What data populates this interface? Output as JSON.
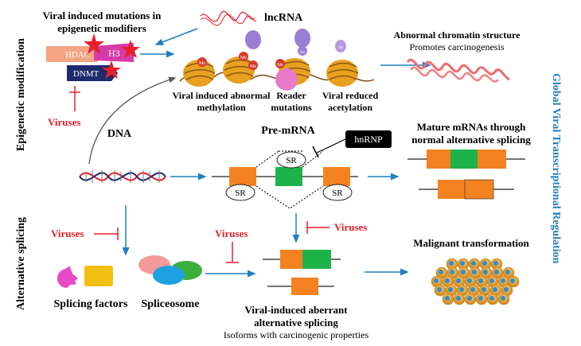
{
  "side_labels": {
    "epigenetic": "Epigenetic modification",
    "splicing": "Alternative splicing",
    "global": "Global Viral Transcriptional Regulation"
  },
  "epigenetic": {
    "mutations_title_1": "Viral induced mutations in",
    "mutations_title_2": "epigenetic modifiers",
    "hdac": "HDAC",
    "h3": "H3",
    "dnmt": "DNMT",
    "lncrna": "lncRNA",
    "viruses": "Viruses",
    "methylation_1": "Viral induced abnormal",
    "methylation_2": "methylation",
    "reader_1": "Reader",
    "reader_2": "mutations",
    "acetylation_1": "Viral reduced",
    "acetylation_2": "acetylation",
    "chromatin_title": "Abnormal chromatin structure",
    "chromatin_sub": "Promotes carcinogenesis",
    "me": "Me",
    "ac": "Ac"
  },
  "dna_label": "DNA",
  "splicing": {
    "premrna": "Pre-mRNA",
    "hnrnp": "hnRNP",
    "sr": "SR",
    "mature_1": "Mature mRNAs through",
    "mature_2": "normal alternative splicing",
    "viruses_left": "Viruses",
    "viruses_mid": "Viruses",
    "viruses_right": "Viruses",
    "splicing_factors": "Splicing factors",
    "spliceosome": "Spliceosome",
    "aberrant_1": "Viral-induced aberrant",
    "aberrant_2": "alternative splicing",
    "isoforms": "Isoforms with carcinogenic properties",
    "malignant": "Malignant transformation"
  },
  "colors": {
    "arrow": "#1f7fc0",
    "inhibit": "#e8202a",
    "exon_orange": "#f58220",
    "exon_green": "#1db34a",
    "hdac": "#f4a582",
    "h3": "#d63aa8",
    "dnmt": "#1f2a6b",
    "star": "#e8202a",
    "chromatin": "#ef6b6b"
  }
}
